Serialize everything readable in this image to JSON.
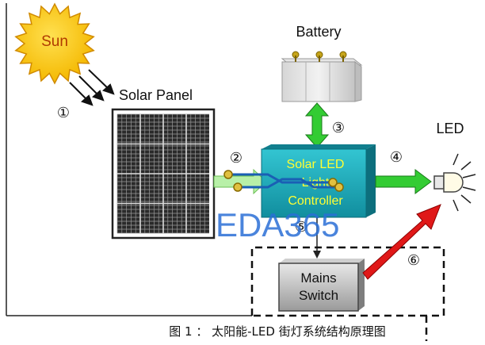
{
  "labels": {
    "sun": "Sun",
    "solar_panel": "Solar Panel",
    "battery": "Battery",
    "led": "LED",
    "controller_line1": "Solar LED",
    "controller_line2": "Light",
    "controller_line3": "Controller",
    "switch_line1": "Mains",
    "switch_line2": "Switch"
  },
  "markers": {
    "m1": "①",
    "m2": "②",
    "m3": "③",
    "m4": "④",
    "m5": "⑤",
    "m6": "⑥"
  },
  "watermark": "EDA365",
  "caption": "图 1 ： 太阳能-LED 街灯系统结构原理图",
  "colors": {
    "sun": "#f5c400",
    "sun_outline": "#d08a00",
    "sun_text": "#b03a00",
    "green_arrow": "#33cc33",
    "red_arrow": "#e01818",
    "controller": "#1aa9b8",
    "controller_text": "#ffff33",
    "watermark": "#2a6fd6"
  }
}
